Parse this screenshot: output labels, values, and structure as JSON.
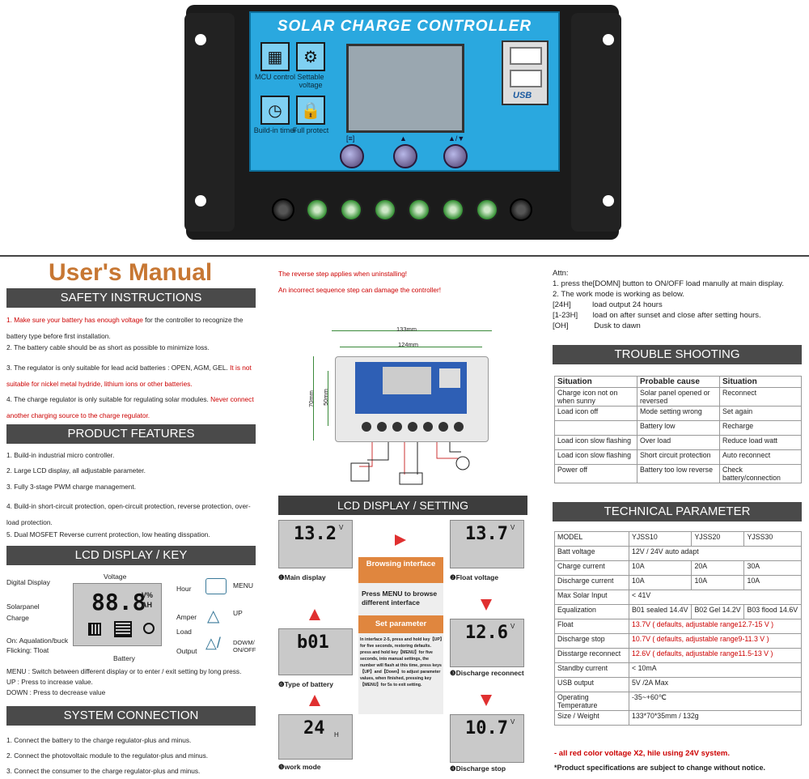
{
  "photo": {
    "title": "SOLAR CHARGE CONTROLLER",
    "icons": [
      {
        "icon": "mcu-chip-icon",
        "label": "MCU control"
      },
      {
        "icon": "gear-icon",
        "label": "Settable voltage"
      },
      {
        "icon": "clock-icon",
        "label": "Build-in timer"
      },
      {
        "icon": "lock-icon",
        "label": "Full protect"
      }
    ],
    "usb_label": "USB",
    "buttons": [
      "[≡]",
      "▲",
      "▲/▼"
    ]
  },
  "manual": {
    "title": "User's Manual",
    "safety": {
      "heading": "SAFETY INSTRUCTIONS",
      "items": [
        {
          "red": "1. Make sure your battery has enough voltage",
          "black": " for the controller to recognize the battery type before first installation."
        },
        {
          "red": "",
          "black": "2. The battery cable should be as short as possible to minimize loss."
        },
        {
          "red": " It is not suitable for nickel metal hydride, lithium ions or other batteries.",
          "black": "3. The regulator is only suitable for lead acid batteries : OPEN, AGM, GEL."
        },
        {
          "red": " Never connect another charging source to the charge regulator.",
          "black": "4. The charge regulator is only suitable for regulating solar modules."
        }
      ]
    },
    "features": {
      "heading": "PRODUCT FEATURES",
      "items": [
        "1. Build-in industrial micro controller.",
        "2. Large LCD display, all adjustable parameter.",
        "3. Fully 3-stage PWM charge management.",
        "4. Build-in short-circuit protection, open-circuit protection, reverse protection, over-load protection.",
        "5. Dual MOSFET Reverse current protection, low heating disspation."
      ]
    },
    "lcd_key": {
      "heading": "LCD DISPLAY / KEY",
      "labels": {
        "digital": "Digital Display",
        "voltage": "Voltage",
        "hour": "Hour",
        "solarpanel": "Solarpanel",
        "charge": "Charge",
        "amper": "Amper",
        "load": "Load",
        "output": "Output",
        "battery": "Battery",
        "on": "On: Aqualation/buck",
        "flick": "Flicking: Tloat",
        "units": "V% AH",
        "digits": "88.8"
      },
      "keys": [
        {
          "icon": "menu-key-icon",
          "label": "MENU"
        },
        {
          "icon": "up-key-icon",
          "label": "UP"
        },
        {
          "icon": "down-key-icon",
          "label": "DOWM/ ON/OFF"
        }
      ],
      "notes": [
        "MENU :  Switch between different display or to enter / exit setting by long press.",
        "UP :       Press to increase value.",
        "DOWN : Press to decrease value"
      ]
    },
    "system": {
      "heading": "SYSTEM CONNECTION",
      "items": [
        "1. Connect the battery to the charge regulator-plus and minus.",
        "2. Connect the photovoltaic module to the regulator-plus and minus.",
        "3. Connect the consumer to the charge regulator-plus and minus."
      ]
    },
    "warnings": [
      "The reverse step applies when uninstalling!",
      "An incorrect sequence step can damage the controller!"
    ],
    "dims": {
      "w1": "133mm",
      "w2": "124mm",
      "h1": "70mm",
      "h2": "50mm"
    },
    "lcd_setting": {
      "heading": "LCD DISPLAY / SETTING",
      "screens": [
        {
          "value": "13.2",
          "unit": "V",
          "caption": "❶Main display"
        },
        {
          "value": "13.7",
          "unit": "V",
          "caption": "❷Float voltage"
        },
        {
          "value": "12.6",
          "unit": "V",
          "caption": "❸Discharge reconnect"
        },
        {
          "value": "10.7",
          "unit": "V",
          "caption": "❹Discharge stop"
        },
        {
          "value": "24",
          "unit": "H",
          "caption": "❺work mode"
        },
        {
          "value": "b01",
          "unit": "",
          "caption": "❻Type of battery"
        }
      ],
      "browsing": "Browsing interface",
      "press_menu": "Press MENU to browse different interface",
      "set_param": "Set parameter",
      "set_text": "In interface 2-5, press and hold key【UP】for five seconds, restoring defaults. press and hold key【MENU】for five seconds, into manual settings, the number will flash at this time, press keys【UP】and【Down】to adjust parameter values, when finished, pressing key【MENU】for 5s to exit setting."
    },
    "attn": {
      "title": "Attn:",
      "lines": [
        "1.   press the[DOMN] button to ON/OFF load manully at main display.",
        "2.   The work mode is working as below.",
        "[24H]          load output 24 hours",
        "[1-23H]       load on after sunset and close after setting hours.",
        "[OH]            Dusk to dawn"
      ]
    },
    "trouble": {
      "heading": "TROUBLE SHOOTING",
      "cols": [
        "Situation",
        "Probable cause",
        "Situation"
      ],
      "rows": [
        [
          "Charge icon not on when sunny",
          "Solar panel opened or reversed",
          "Reconnect"
        ],
        [
          "Load icon off",
          "Mode setting wrong",
          "Set again"
        ],
        [
          "",
          "Battery low",
          "Recharge"
        ],
        [
          "Load icon slow flashing",
          "Over load",
          "Reduce load watt"
        ],
        [
          "Load icon slow flashing",
          "Short circuit protection",
          "Auto reconnect"
        ],
        [
          "Power off",
          "Battery too low reverse",
          "Check battery/connection"
        ]
      ]
    },
    "tech": {
      "heading": "TECHNICAL PARAMETER",
      "rows": [
        {
          "k": "MODEL",
          "v": [
            "YJSS10",
            "YJSS20",
            "YJSS30"
          ]
        },
        {
          "k": "Batt voltage",
          "v": [
            "12V / 24V auto adapt"
          ]
        },
        {
          "k": "Charge current",
          "v": [
            "10A",
            "20A",
            "30A"
          ]
        },
        {
          "k": "Discharge current",
          "v": [
            "10A",
            "10A",
            "10A"
          ]
        },
        {
          "k": "Max Solar Input",
          "v": [
            "< 41V"
          ]
        },
        {
          "k": "Equalization",
          "v": [
            "B01 sealed 14.4V",
            "B02 Gel 14.2V",
            "B03 flood 14.6V"
          ]
        },
        {
          "k": "Float",
          "v": [
            "13.7V  ( defaults,  adjustable range12.7-15 V )"
          ],
          "red": true
        },
        {
          "k": "Discharge stop",
          "v": [
            "10.7V  ( defaults,  adjustable range9-11.3 V )"
          ],
          "red": true
        },
        {
          "k": "Disstarge reconnect",
          "v": [
            "12.6V  ( defaults,  adjustable range11.5-13 V )"
          ],
          "red": true
        },
        {
          "k": "Standby current",
          "v": [
            "< 10mA"
          ]
        },
        {
          "k": "USB output",
          "v": [
            "5V /2A Max"
          ]
        },
        {
          "k": "Operating Temperature",
          "v": [
            "-35~+60℃"
          ]
        },
        {
          "k": "Size / Weight",
          "v": [
            "133*70*35mm / 132g"
          ]
        }
      ],
      "note_red": "- all red color voltage X2,  hile using 24V system.",
      "note": "*Product specifications are subject to change without notice."
    }
  }
}
